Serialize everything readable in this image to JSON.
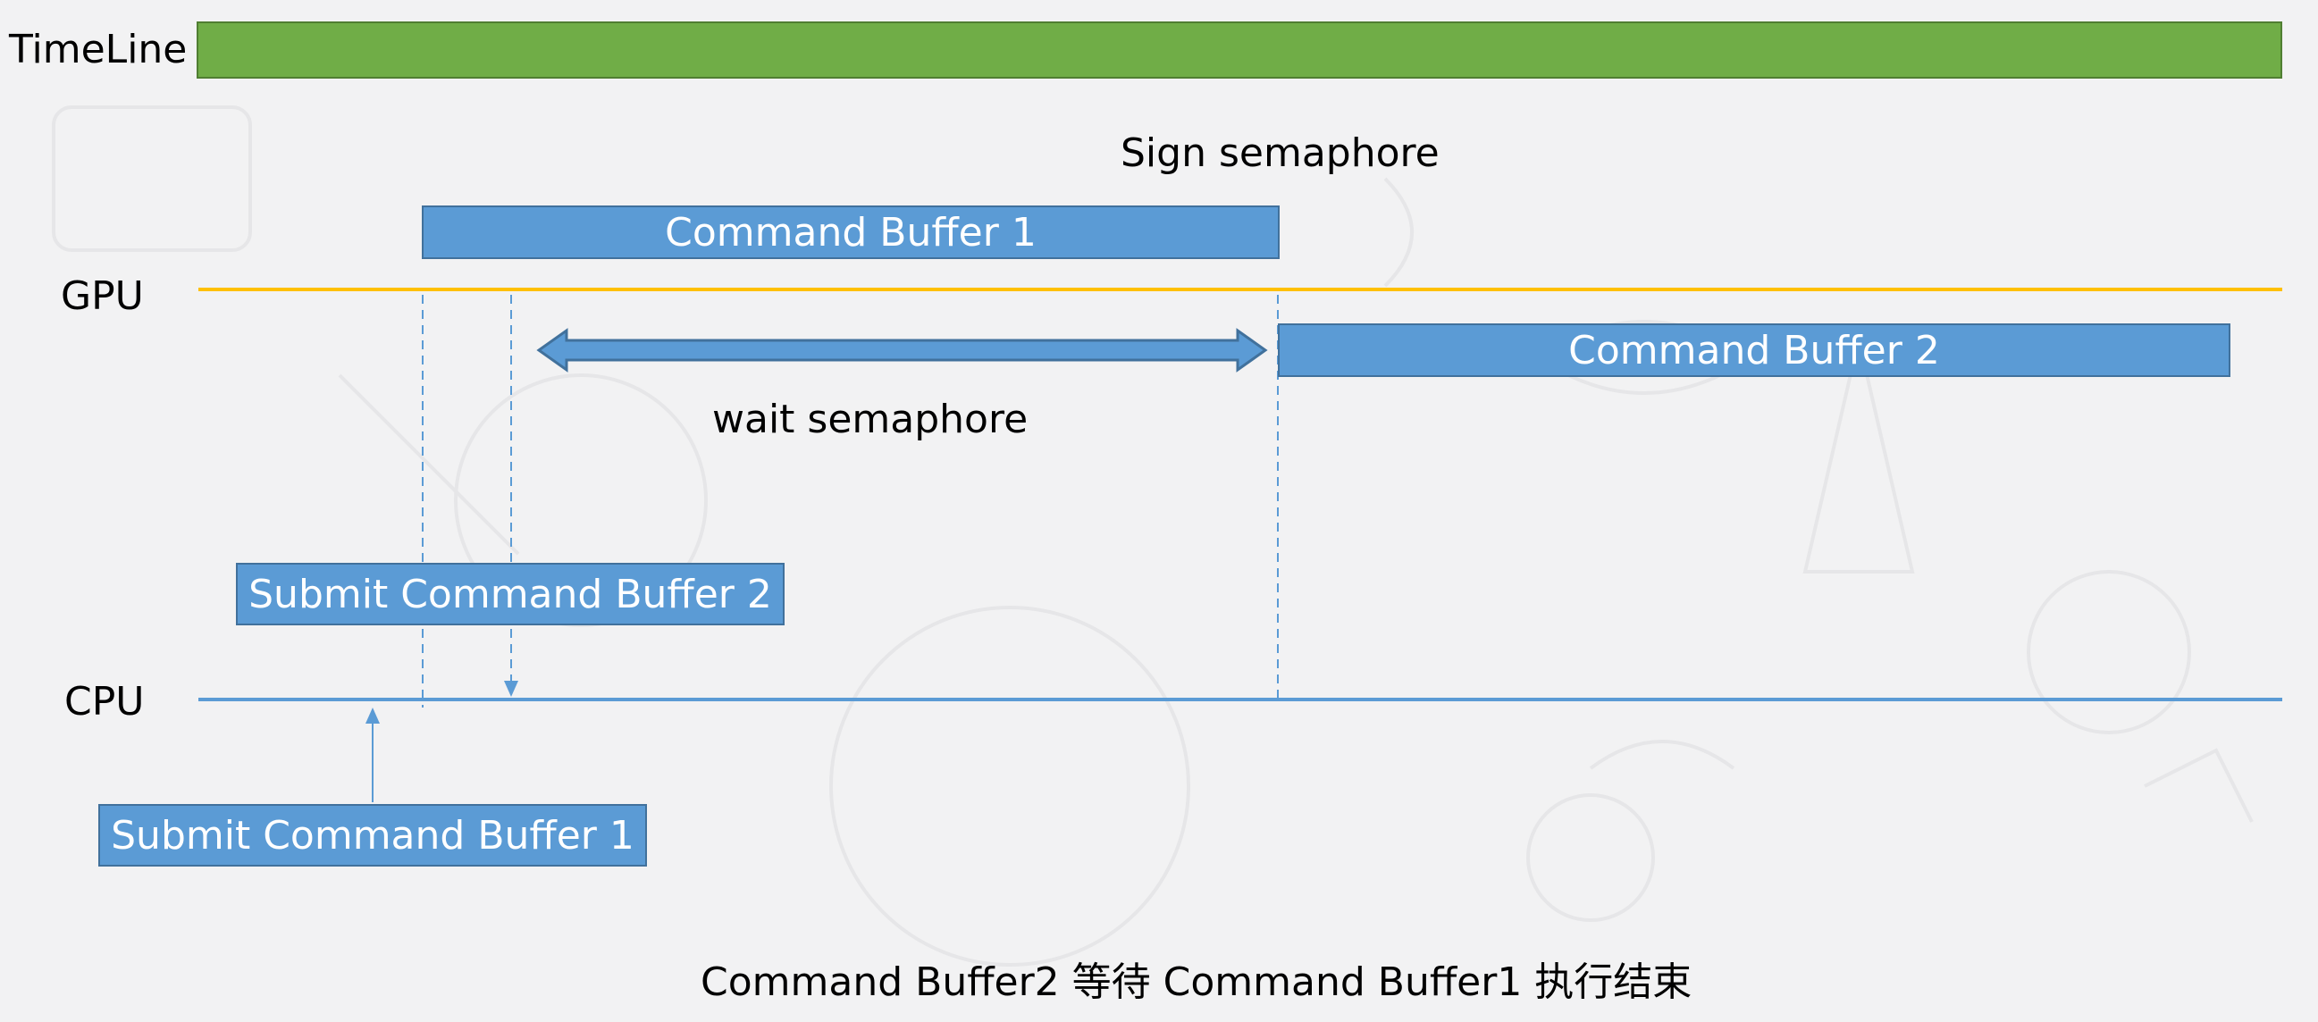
{
  "lanes": {
    "timeline": "TimeLine",
    "gpu": "GPU",
    "cpu": "CPU"
  },
  "gpu": {
    "cb1": "Command Buffer 1",
    "cb2": "Command Buffer 2",
    "sign": "Sign semaphore",
    "wait": "wait semaphore"
  },
  "cpu": {
    "submit2": "Submit Command Buffer 2",
    "submit1": "Submit Command Buffer 1"
  },
  "caption": "Command Buffer2 等待 Command Buffer1 执行结束",
  "colors": {
    "timeline": "#70ad47",
    "gpu_line": "#ffc000",
    "cpu_line": "#5b9bd5",
    "box_fill": "#5b9bd5",
    "box_border": "#41719c",
    "background": "#f2f2f3"
  }
}
